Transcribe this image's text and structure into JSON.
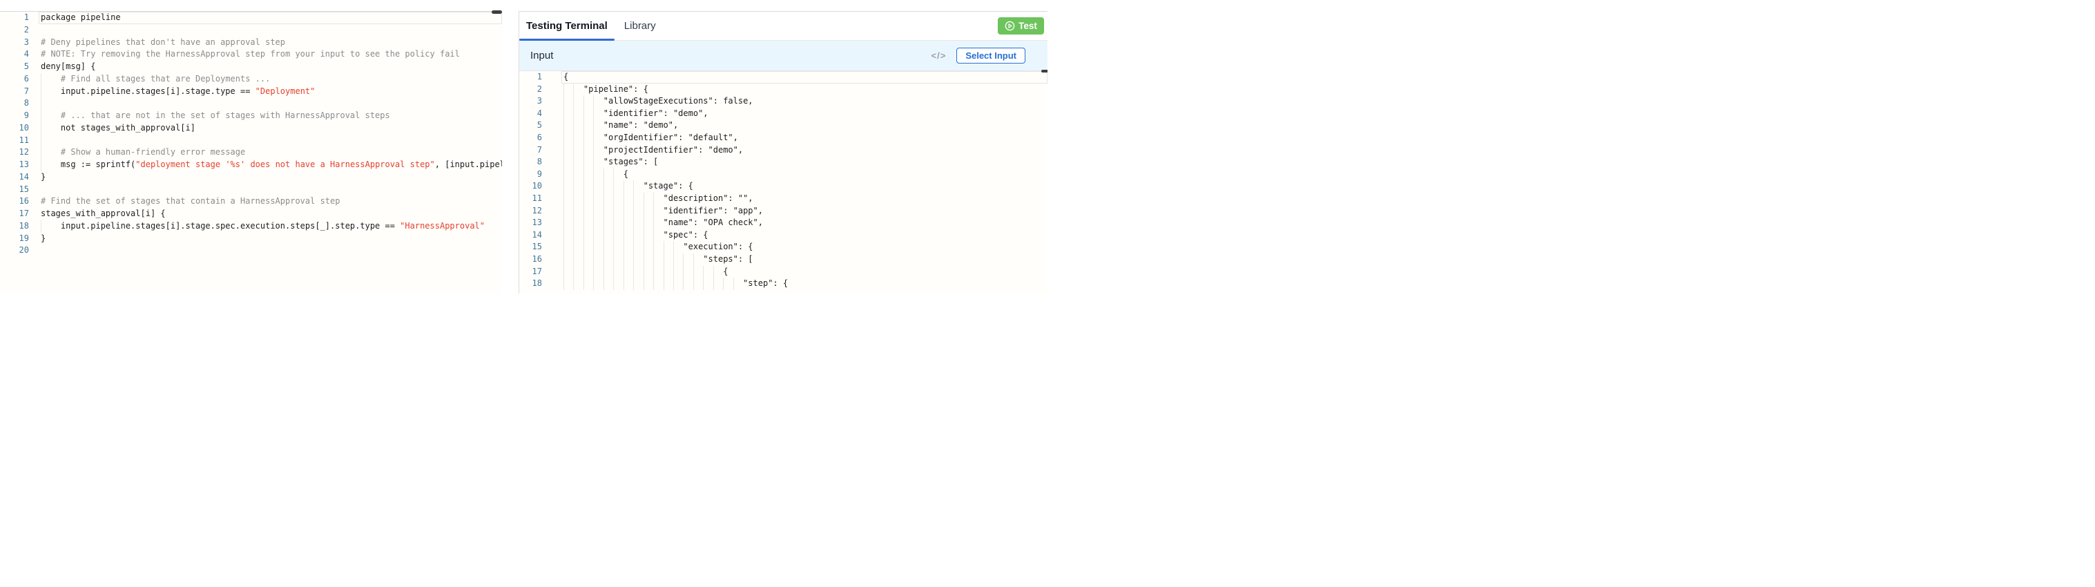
{
  "colors": {
    "accent_blue": "#2f6bd2",
    "button_blue": "#2570d4",
    "test_green": "#6dc35c",
    "string_red": "#e5402c",
    "comment_gray": "#8c8c8c",
    "line_number_blue": "#40789a",
    "input_header_bg": "#eaf6fd"
  },
  "policy_editor": {
    "language": "rego",
    "lines": [
      {
        "n": 1,
        "current": true,
        "guides": [],
        "tokens": [
          [
            "code",
            "package pipeline"
          ]
        ]
      },
      {
        "n": 2,
        "guides": [],
        "tokens": []
      },
      {
        "n": 3,
        "guides": [],
        "tokens": [
          [
            "comment",
            "# Deny pipelines that don't have an approval step"
          ]
        ]
      },
      {
        "n": 4,
        "guides": [],
        "tokens": [
          [
            "comment",
            "# NOTE: Try removing the HarnessApproval step from your input to see the policy fail"
          ]
        ]
      },
      {
        "n": 5,
        "guides": [],
        "tokens": [
          [
            "code",
            "deny[msg] {"
          ]
        ]
      },
      {
        "n": 6,
        "guides": [
          0
        ],
        "tokens": [
          [
            "code",
            "    "
          ],
          [
            "comment",
            "# Find all stages that are Deployments ..."
          ]
        ]
      },
      {
        "n": 7,
        "guides": [
          0
        ],
        "tokens": [
          [
            "code",
            "    input.pipeline.stages[i].stage.type == "
          ],
          [
            "string",
            "\"Deployment\""
          ]
        ]
      },
      {
        "n": 8,
        "guides": [
          0
        ],
        "tokens": []
      },
      {
        "n": 9,
        "guides": [
          0
        ],
        "tokens": [
          [
            "code",
            "    "
          ],
          [
            "comment",
            "# ... that are not in the set of stages with HarnessApproval steps"
          ]
        ]
      },
      {
        "n": 10,
        "guides": [
          0
        ],
        "tokens": [
          [
            "code",
            "    not stages_with_approval[i]"
          ]
        ]
      },
      {
        "n": 11,
        "guides": [
          0
        ],
        "tokens": []
      },
      {
        "n": 12,
        "guides": [
          0
        ],
        "tokens": [
          [
            "code",
            "    "
          ],
          [
            "comment",
            "# Show a human-friendly error message"
          ]
        ]
      },
      {
        "n": 13,
        "guides": [
          0
        ],
        "tokens": [
          [
            "code",
            "    msg := sprintf("
          ],
          [
            "string",
            "\"deployment stage '%s' does not have a HarnessApproval step\""
          ],
          [
            "code",
            ", [input.pipel"
          ]
        ]
      },
      {
        "n": 14,
        "guides": [],
        "tokens": [
          [
            "code",
            "}"
          ]
        ]
      },
      {
        "n": 15,
        "guides": [],
        "tokens": []
      },
      {
        "n": 16,
        "guides": [],
        "tokens": [
          [
            "comment",
            "# Find the set of stages that contain a HarnessApproval step"
          ]
        ]
      },
      {
        "n": 17,
        "guides": [],
        "tokens": [
          [
            "code",
            "stages_with_approval[i] {"
          ]
        ]
      },
      {
        "n": 18,
        "guides": [
          0
        ],
        "tokens": [
          [
            "code",
            "    input.pipeline.stages[i].stage.spec.execution.steps[_].step.type == "
          ],
          [
            "string",
            "\"HarnessApproval\""
          ]
        ]
      },
      {
        "n": 19,
        "guides": [],
        "tokens": [
          [
            "code",
            "}"
          ]
        ]
      },
      {
        "n": 20,
        "guides": [],
        "tokens": []
      }
    ]
  },
  "right_panel": {
    "tabs": [
      {
        "label": "Testing Terminal",
        "active": true
      },
      {
        "label": "Library",
        "active": false
      }
    ],
    "test_button": {
      "label": "Test"
    },
    "input_section": {
      "title": "Input",
      "code_icon": "</>",
      "select_input_label": "Select Input"
    },
    "input_editor": {
      "language": "json",
      "lines": [
        {
          "n": 1,
          "current": true,
          "guides": [],
          "tokens": [
            [
              "code",
              "{"
            ]
          ]
        },
        {
          "n": 2,
          "guides": [
            0,
            2
          ],
          "tokens": [
            [
              "code",
              "    \"pipeline\": {"
            ]
          ]
        },
        {
          "n": 3,
          "guides": [
            0,
            2,
            4,
            6
          ],
          "tokens": [
            [
              "code",
              "        \"allowStageExecutions\": false,"
            ]
          ]
        },
        {
          "n": 4,
          "guides": [
            0,
            2,
            4,
            6
          ],
          "tokens": [
            [
              "code",
              "        \"identifier\": \"demo\","
            ]
          ]
        },
        {
          "n": 5,
          "guides": [
            0,
            2,
            4,
            6
          ],
          "tokens": [
            [
              "code",
              "        \"name\": \"demo\","
            ]
          ]
        },
        {
          "n": 6,
          "guides": [
            0,
            2,
            4,
            6
          ],
          "tokens": [
            [
              "code",
              "        \"orgIdentifier\": \"default\","
            ]
          ]
        },
        {
          "n": 7,
          "guides": [
            0,
            2,
            4,
            6
          ],
          "tokens": [
            [
              "code",
              "        \"projectIdentifier\": \"demo\","
            ]
          ]
        },
        {
          "n": 8,
          "guides": [
            0,
            2,
            4,
            6
          ],
          "tokens": [
            [
              "code",
              "        \"stages\": ["
            ]
          ]
        },
        {
          "n": 9,
          "guides": [
            0,
            2,
            4,
            6,
            8,
            10
          ],
          "tokens": [
            [
              "code",
              "            {"
            ]
          ]
        },
        {
          "n": 10,
          "guides": [
            0,
            2,
            4,
            6,
            8,
            10,
            12,
            14
          ],
          "tokens": [
            [
              "code",
              "                \"stage\": {"
            ]
          ]
        },
        {
          "n": 11,
          "guides": [
            0,
            2,
            4,
            6,
            8,
            10,
            12,
            14,
            16,
            18
          ],
          "tokens": [
            [
              "code",
              "                    \"description\": \"\","
            ]
          ]
        },
        {
          "n": 12,
          "guides": [
            0,
            2,
            4,
            6,
            8,
            10,
            12,
            14,
            16,
            18
          ],
          "tokens": [
            [
              "code",
              "                    \"identifier\": \"app\","
            ]
          ]
        },
        {
          "n": 13,
          "guides": [
            0,
            2,
            4,
            6,
            8,
            10,
            12,
            14,
            16,
            18
          ],
          "tokens": [
            [
              "code",
              "                    \"name\": \"OPA check\","
            ]
          ]
        },
        {
          "n": 14,
          "guides": [
            0,
            2,
            4,
            6,
            8,
            10,
            12,
            14,
            16,
            18
          ],
          "tokens": [
            [
              "code",
              "                    \"spec\": {"
            ]
          ]
        },
        {
          "n": 15,
          "guides": [
            0,
            2,
            4,
            6,
            8,
            10,
            12,
            14,
            16,
            18,
            20,
            22
          ],
          "tokens": [
            [
              "code",
              "                        \"execution\": {"
            ]
          ]
        },
        {
          "n": 16,
          "guides": [
            0,
            2,
            4,
            6,
            8,
            10,
            12,
            14,
            16,
            18,
            20,
            22,
            24,
            26
          ],
          "tokens": [
            [
              "code",
              "                            \"steps\": ["
            ]
          ]
        },
        {
          "n": 17,
          "guides": [
            0,
            2,
            4,
            6,
            8,
            10,
            12,
            14,
            16,
            18,
            20,
            22,
            24,
            26,
            28,
            30
          ],
          "tokens": [
            [
              "code",
              "                                {"
            ]
          ]
        },
        {
          "n": 18,
          "guides": [
            0,
            2,
            4,
            6,
            8,
            10,
            12,
            14,
            16,
            18,
            20,
            22,
            24,
            26,
            28,
            30,
            32,
            34
          ],
          "tokens": [
            [
              "code",
              "                                    \"step\": {"
            ]
          ]
        }
      ]
    }
  }
}
